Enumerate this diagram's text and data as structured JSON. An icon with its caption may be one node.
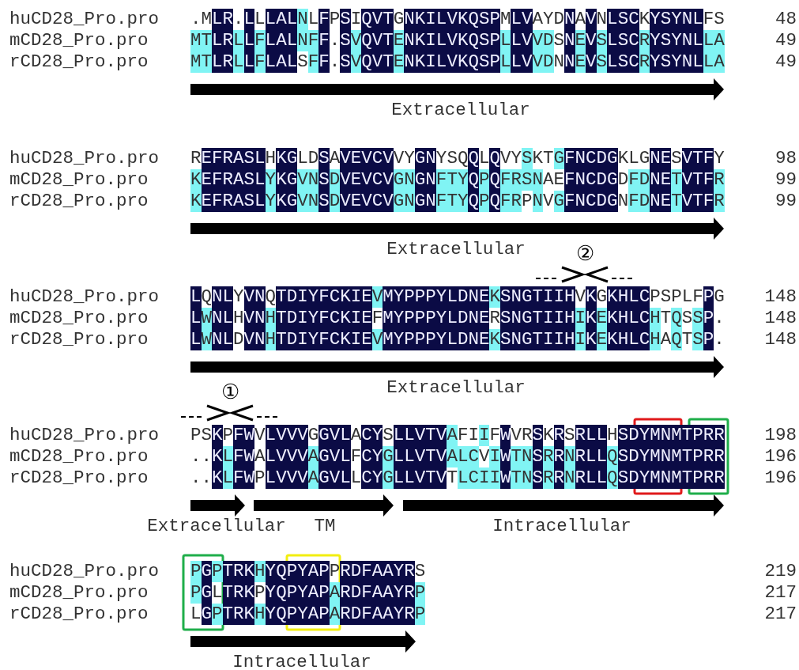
{
  "diagram": {
    "labels": [
      "huCD28_Pro.pro",
      ".MLR.LLLALNLFPSIQVTGNKILVKQSPMLVAYDNAVNLSCKYSYNLFS",
      "48",
      "mCD28_Pro.pro",
      "MTLRLLFLALNFF.SVQVTENKILVKQSPLLVVDSNEVSLSCRYSYNLLA",
      "49",
      "rCD28_Pro.pro",
      "MTLRLLFLALSFF.SVQVTENKILVKQSPLLVVDNNEVSLSCRYSYNLLA",
      "49",
      "Extracellular",
      "huCD28_Pro.pro",
      "REFRASLHKGLDSAVEVCVVYGNYSQQLQVYSKTGFNCDGKLGNESVTFY",
      "98",
      "mCD28_Pro.pro",
      "KEFRASLYKGVNSDVEVCVGNGNFTYQPQFRSNAEFNCDGDFDNETVTFR",
      "99",
      "rCD28_Pro.pro",
      "KEFRASLYKGVNSDVEVCVGNGNFTYQPQFRPNVGFNCDGNFDNETVTFR",
      "99",
      "Extracellular",
      "②",
      "huCD28_Pro.pro",
      "LQNLYVNQTDIYFCKIEVMYPPPYLDNEKSNGTIIHVKGKHLCPSPLFPG",
      "148",
      "mCD28_Pro.pro",
      "LWNLHVNHTDIYFCKIEFMYPPPYLDNERSNGTIIHIKEKHLCHTQSSP.",
      "148",
      "rCD28_Pro.pro",
      "LWNLDVNHTDIYFCKIEVMYPPPYLDNEKSNGTIIHIKEKHLCHAQTSP.",
      "148",
      "Extracellular",
      "①",
      "huCD28_Pro.pro",
      "PSKPFWVLVVVGGVLACYSLLVTVAFIIFWVRSKRSRLLHSDYMNMTPRR",
      "198",
      "mCD28_Pro.pro",
      "..KLFWALVVVAGVLFCYGLLVTVALCVIWTNSRRNRLLQSDYMNMTPRR",
      "196",
      "rCD28_Pro.pro",
      "..KLFWPLVVVAGVLLCYGLLVTVTLCIIWTNSRRNRLLQSDYMNMTPRR",
      "196",
      "Extracellular",
      "TM",
      "Intracellular",
      "huCD28_Pro.pro",
      "PGPTRKHYQPYAPPRDFAAYRS",
      "219",
      "mCD28_Pro.pro",
      "PGLTRKPYQPYAPARDFAAYRP",
      "217",
      "rCD28_Pro.pro",
      "LGPTRKHYQPYAPARDFAAYRP",
      "217",
      "Intracellular"
    ]
  }
}
